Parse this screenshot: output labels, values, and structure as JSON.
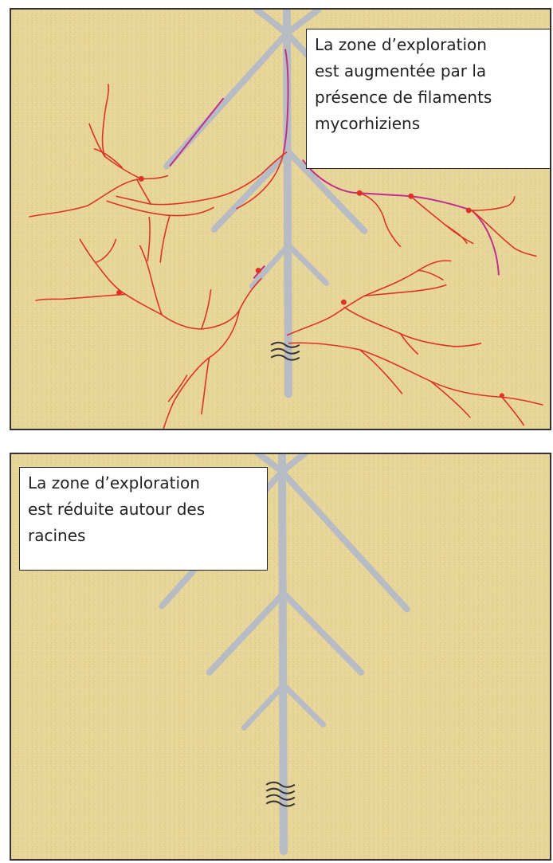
{
  "panels": [
    {
      "id": "with-mycorrhizae",
      "caption_lines": [
        "La zone d’exploration",
        "est augmentée par la",
        "présence de filaments",
        "mycorhiziens"
      ]
    },
    {
      "id": "without-mycorrhizae",
      "caption_lines": [
        "La zone d’exploration",
        "est réduite autour des",
        "racines"
      ]
    }
  ],
  "colors": {
    "soil": "#e7d59a",
    "root": "#b7bcc4",
    "hyphae": "#dd3326",
    "hyphae_attached": "#c0308a",
    "root_hairs": "#333333"
  }
}
